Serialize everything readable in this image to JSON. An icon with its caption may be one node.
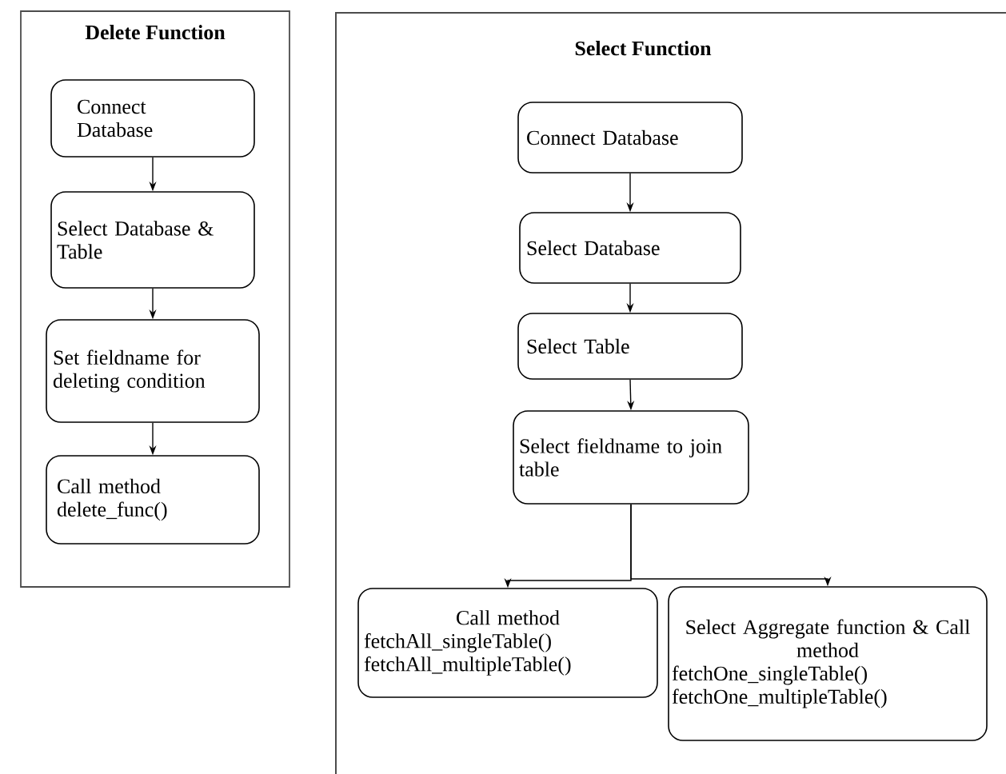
{
  "diagram": {
    "nodes": [
      {
        "text": [
          "Delete Function"
        ]
      },
      {
        "text": [
          "Connect Database"
        ],
        "in": 0
      },
      {
        "text": [
          "Select Database & Table"
        ],
        "in": 0
      },
      {
        "text": [
          "Set fieldname for deleting condition"
        ],
        "in": 0
      },
      {
        "text": [
          "Call method delete_func()"
        ],
        "in": 0
      },
      {
        "text": [
          "Select Function"
        ]
      },
      {
        "text": [
          "Connect Database"
        ],
        "in": 5
      },
      {
        "text": [
          "Select Database"
        ],
        "in": 5
      },
      {
        "text": [
          "Select Table"
        ],
        "in": 5
      },
      {
        "text": [
          "Select fieldname to join table"
        ],
        "in": 5
      },
      {
        "text": [
          "Call method",
          "fetchAll_singleTable()",
          "fetchAll_multipleTable()"
        ],
        "in": 5
      },
      {
        "text": [
          "Select Aggregate function & Call method",
          "fetchOne_singleTable()",
          "fetchOne_multipleTable()"
        ],
        "in": 5
      }
    ],
    "edges": [
      {
        "from": 1,
        "to": 2,
        "arrow": "to"
      },
      {
        "from": 2,
        "to": 3,
        "arrow": "to"
      },
      {
        "from": 3,
        "to": 4,
        "arrow": "to"
      },
      {
        "from": 6,
        "to": 7,
        "arrow": "to"
      },
      {
        "from": 7,
        "to": 8,
        "arrow": "to"
      },
      {
        "from": 8,
        "to": 9,
        "arrow": "to"
      },
      {
        "from": 9,
        "to": 10,
        "arrow": "to"
      },
      {
        "from": 9,
        "to": 11,
        "arrow": "to"
      }
    ]
  }
}
